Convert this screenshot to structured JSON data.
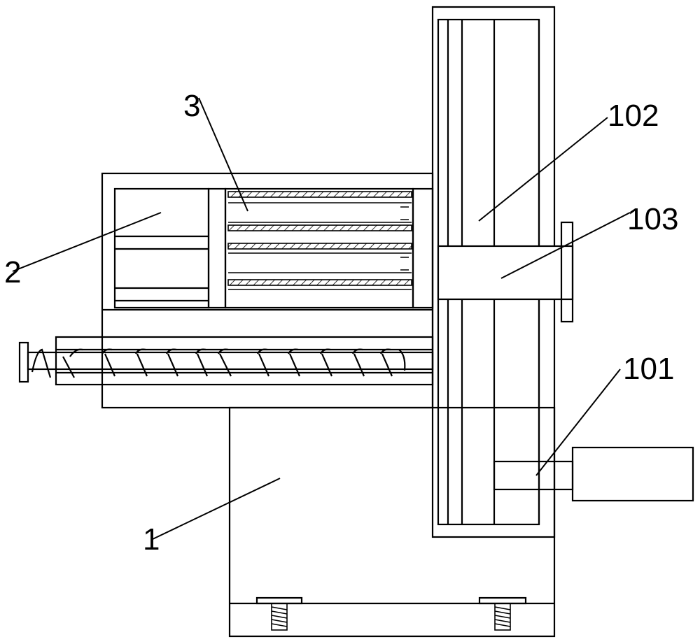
{
  "labels": {
    "part_1": "1",
    "part_2": "2",
    "part_3": "3",
    "part_101": "101",
    "part_102": "102",
    "part_103": "103"
  },
  "colors": {
    "line": "#000000",
    "background": "#ffffff"
  }
}
